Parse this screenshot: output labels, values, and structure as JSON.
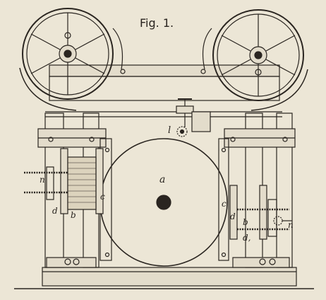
{
  "figure": {
    "title": "Fig. 1.",
    "labels": {
      "a": "a",
      "b_left": "b",
      "b_right": "b",
      "c_left": "c",
      "c_right": "c",
      "d_left": "d",
      "d_right": "d",
      "d1_right": "d,",
      "l": "l",
      "n_left": "n",
      "n_right": "n"
    }
  },
  "colors": {
    "paper": "#ece6d6",
    "ink": "#2a2520"
  }
}
